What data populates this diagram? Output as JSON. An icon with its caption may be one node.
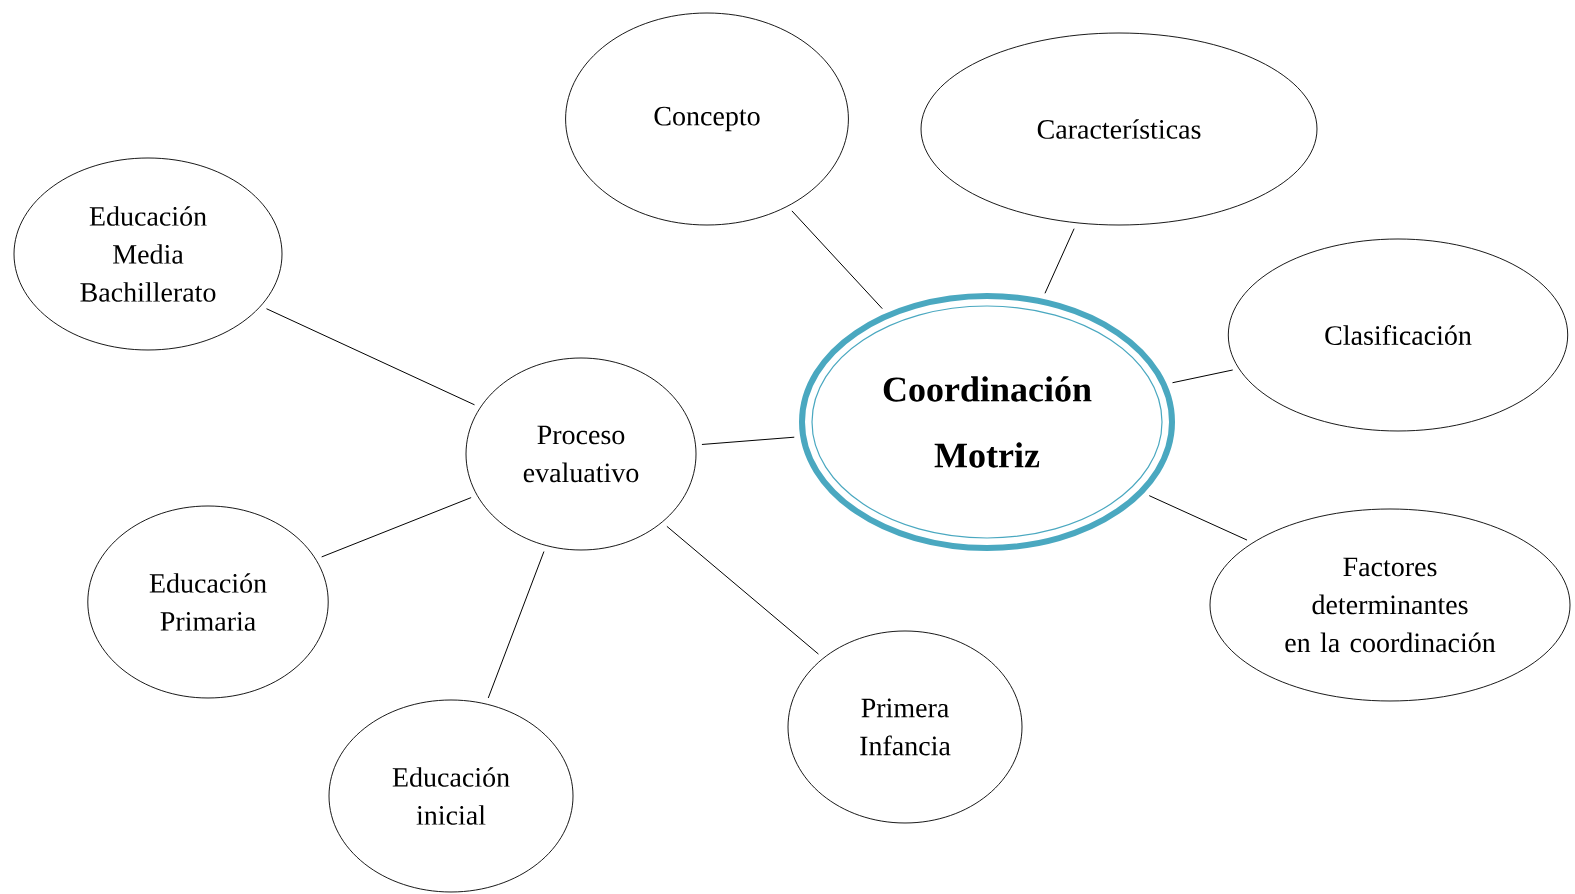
{
  "diagram": {
    "nodes": [
      {
        "text": [
          "Concepto"
        ]
      },
      {
        "text": [
          "Características"
        ]
      },
      {
        "text": [
          "Educación Media Bachillerato"
        ]
      },
      {
        "text": [
          "Coordinación Motriz"
        ]
      },
      {
        "text": [
          "Clasificación"
        ]
      },
      {
        "text": [
          "Proceso evaluativo"
        ]
      },
      {
        "text": [
          "Factores determinantes en la coordinación"
        ]
      },
      {
        "text": [
          "Educación Primaria"
        ]
      },
      {
        "text": [
          "Primera Infancia"
        ]
      },
      {
        "text": [
          "Educación inicial"
        ]
      }
    ],
    "edges": [
      {
        "from": 3,
        "to": 0,
        "arrow": "none"
      },
      {
        "from": 3,
        "to": 1,
        "arrow": "none"
      },
      {
        "from": 3,
        "to": 4,
        "arrow": "none"
      },
      {
        "from": 3,
        "to": 6,
        "arrow": "none"
      },
      {
        "from": 3,
        "to": 5,
        "arrow": "none"
      },
      {
        "from": 5,
        "to": 2,
        "arrow": "none"
      },
      {
        "from": 5,
        "to": 7,
        "arrow": "none"
      },
      {
        "from": 5,
        "to": 9,
        "arrow": "none"
      },
      {
        "from": 5,
        "to": 8,
        "arrow": "none"
      }
    ]
  }
}
